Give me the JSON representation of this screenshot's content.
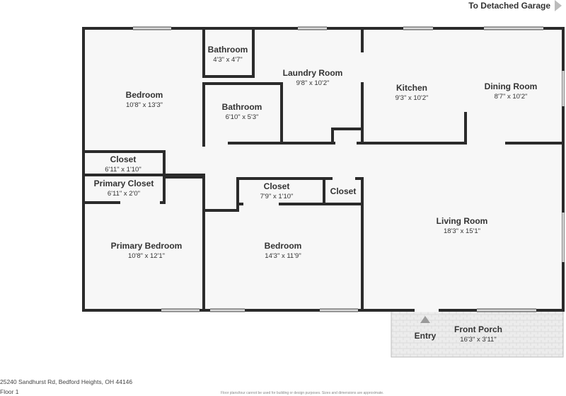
{
  "plan": {
    "garage_label": "To Detached Garage",
    "address": "25240 Sandhurst Rd, Bedford Heights, OH 44146",
    "floor": "Floor 1",
    "disclaimer": "Floor plans/tour cannot be used for building or design purposes. Sizes and dimensions are approximate.",
    "entry_label": "Entry"
  },
  "rooms": {
    "bedroom_nw": {
      "name": "Bedroom",
      "dims": "10'8\" x 13'3\""
    },
    "bathroom_small": {
      "name": "Bathroom",
      "dims": "4'3\" x 4'7\""
    },
    "bathroom": {
      "name": "Bathroom",
      "dims": "6'10\" x 5'3\""
    },
    "laundry": {
      "name": "Laundry Room",
      "dims": "9'8\" x 10'2\""
    },
    "kitchen": {
      "name": "Kitchen",
      "dims": "9'3\" x 10'2\""
    },
    "dining": {
      "name": "Dining Room",
      "dims": "8'7\" x 10'2\""
    },
    "closet_1": {
      "name": "Closet",
      "dims": "6'11\" x 1'10\""
    },
    "primary_closet": {
      "name": "Primary Closet",
      "dims": "6'11\" x 2'0\""
    },
    "closet_2": {
      "name": "Closet",
      "dims": "7'9\" x 1'10\""
    },
    "closet_3": {
      "name": "Closet",
      "dims": ""
    },
    "primary_bedroom": {
      "name": "Primary Bedroom",
      "dims": "10'8\" x 12'1\""
    },
    "bedroom_center": {
      "name": "Bedroom",
      "dims": "14'3\" x 11'9\""
    },
    "living": {
      "name": "Living Room",
      "dims": "18'3\" x 15'1\""
    },
    "porch": {
      "name": "Front Porch",
      "dims": "16'3\" x 3'11\""
    }
  },
  "colors": {
    "wall": "#2b2b2b",
    "floor": "#f7f7f7",
    "porch": "#eeeeee",
    "window": "#dcdcdc"
  }
}
